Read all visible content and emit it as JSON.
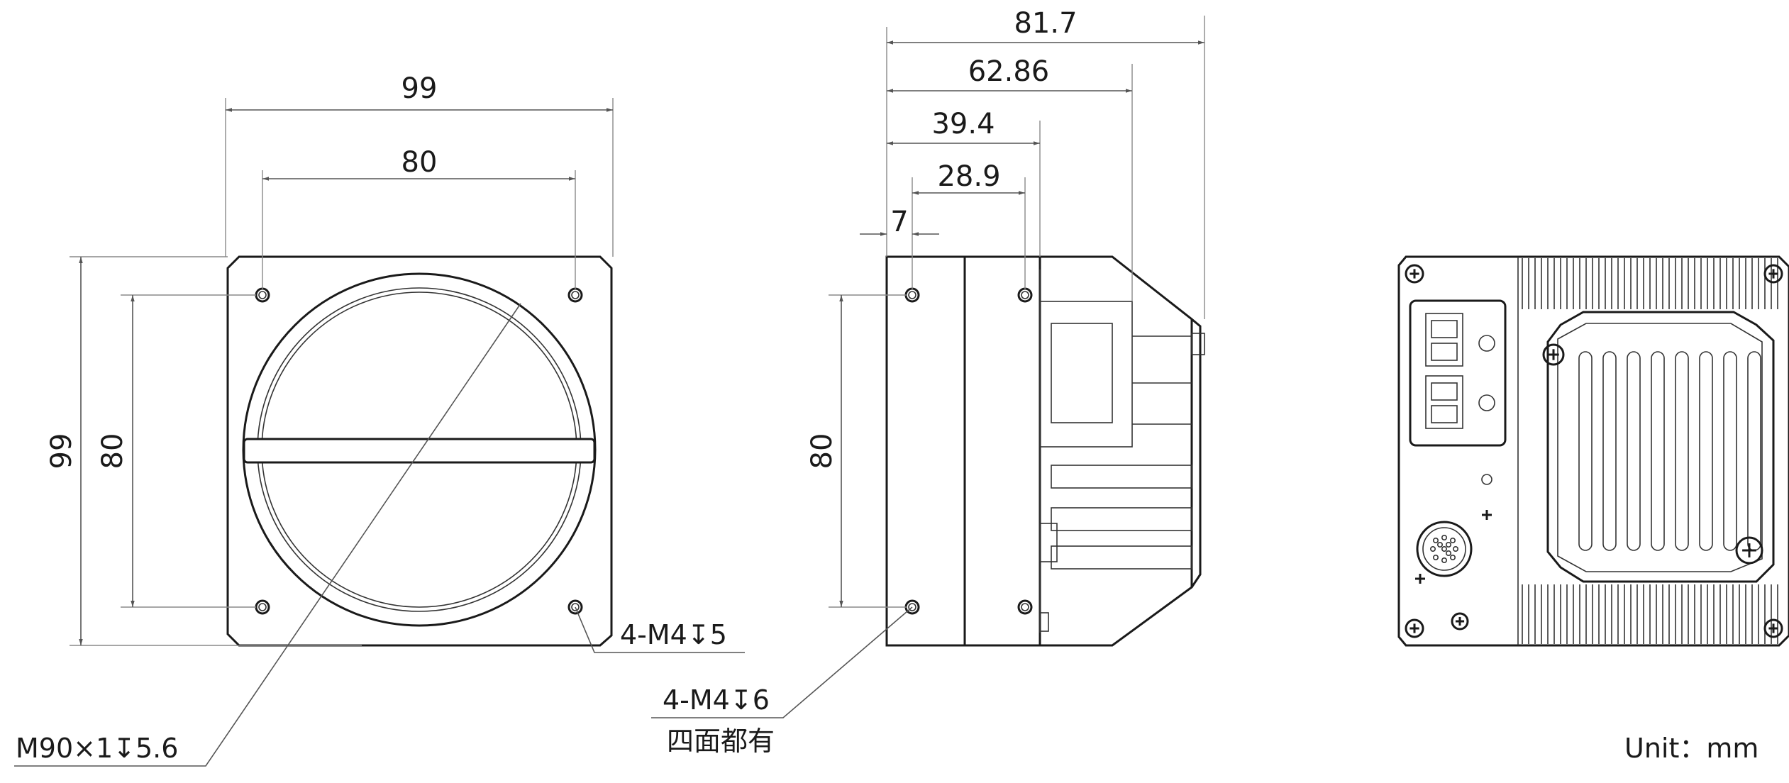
{
  "front_view": {
    "width_overall": "99",
    "width_holes": "80",
    "height_overall": "99",
    "height_holes": "80",
    "hole_note": "4-M4↧5",
    "mount_note": "M90×1↧5.6"
  },
  "side_view": {
    "length_overall": "81.7",
    "length_2": "62.86",
    "length_3": "39.4",
    "length_4": "28.9",
    "offset": "7",
    "height_holes": "80",
    "hole_note": "4-M4↧6",
    "hole_note_sub": "四面都有"
  },
  "unit_label": "Unit：mm"
}
